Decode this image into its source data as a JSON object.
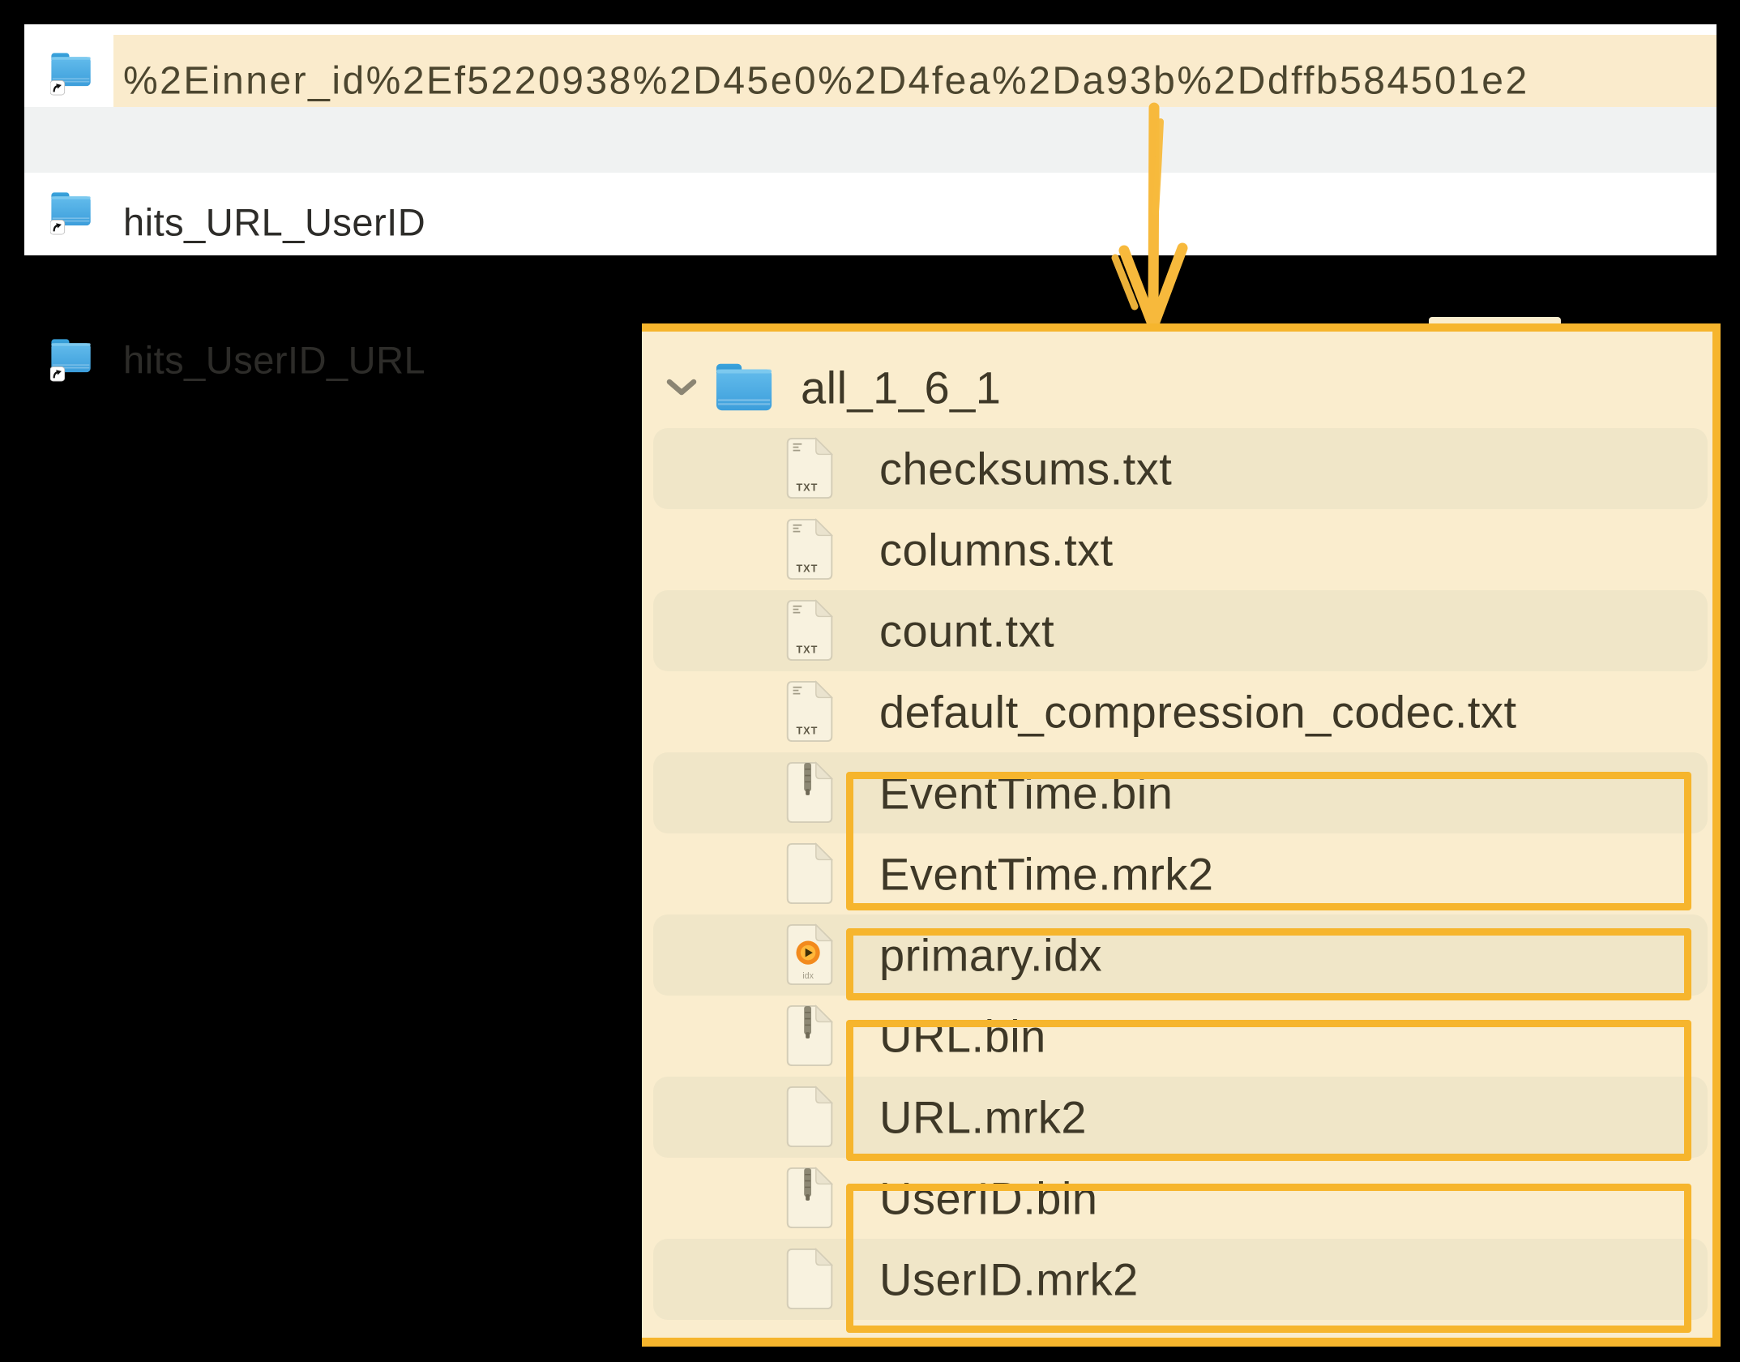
{
  "window": {
    "background": "#000000"
  },
  "finder_list": {
    "rows": [
      {
        "label": "%2Einner_id%2Ef5220938%2D45e0%2D4fea%2Da93b%2Ddffb584501e2",
        "icon": "folder-alias",
        "highlighted": true
      },
      {
        "label": "hits_URL_UserID",
        "icon": "folder-alias",
        "highlighted": false
      },
      {
        "label": "hits_UserID_URL",
        "icon": "folder-alias",
        "highlighted": false
      }
    ]
  },
  "annotation": {
    "arrow_direction": "down",
    "accent_color": "#F6B52D",
    "boxed_groups": [
      "EventTime",
      "primary",
      "URL",
      "UserID"
    ]
  },
  "tree": {
    "root_label": "all_1_6_1",
    "root_expanded": true,
    "files": [
      {
        "label": "checksums.txt",
        "type": "txt"
      },
      {
        "label": "columns.txt",
        "type": "txt"
      },
      {
        "label": "count.txt",
        "type": "txt"
      },
      {
        "label": "default_compression_codec.txt",
        "type": "txt"
      },
      {
        "label": "EventTime.bin",
        "type": "bin",
        "boxed_group": "EventTime"
      },
      {
        "label": "EventTime.mrk2",
        "type": "mrk2",
        "boxed_group": "EventTime"
      },
      {
        "label": "primary.idx",
        "type": "idx",
        "boxed_group": "primary"
      },
      {
        "label": "URL.bin",
        "type": "bin",
        "boxed_group": "URL"
      },
      {
        "label": "URL.mrk2",
        "type": "mrk2",
        "boxed_group": "URL"
      },
      {
        "label": "UserID.bin",
        "type": "bin",
        "boxed_group": "UserID"
      },
      {
        "label": "UserID.mrk2",
        "type": "mrk2",
        "boxed_group": "UserID"
      }
    ]
  },
  "icons": {
    "txt_badge": "TXT",
    "idx_badge": "idx"
  }
}
